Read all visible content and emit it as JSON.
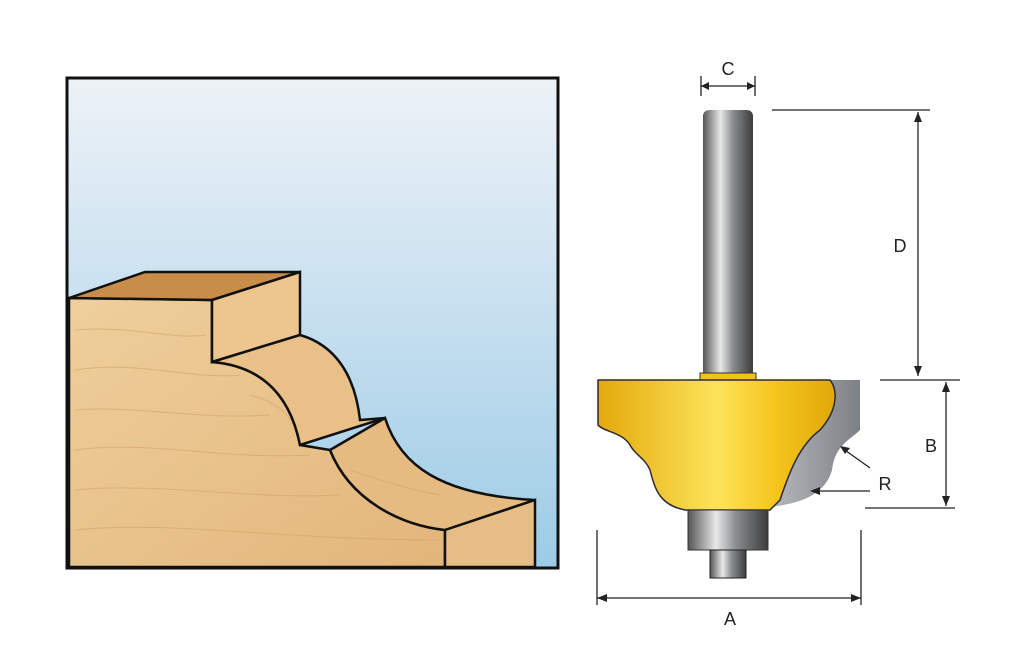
{
  "labels": {
    "a": "A",
    "b": "B",
    "c": "C",
    "d": "D",
    "r": "R"
  },
  "colors": {
    "sky_top": "#eef2f7",
    "sky_bottom": "#9ccbe6",
    "wood": "#e9c48e",
    "wood_dark": "#c98d4a",
    "cutter": "#f2c21a",
    "shank": "#9a9ea3"
  }
}
